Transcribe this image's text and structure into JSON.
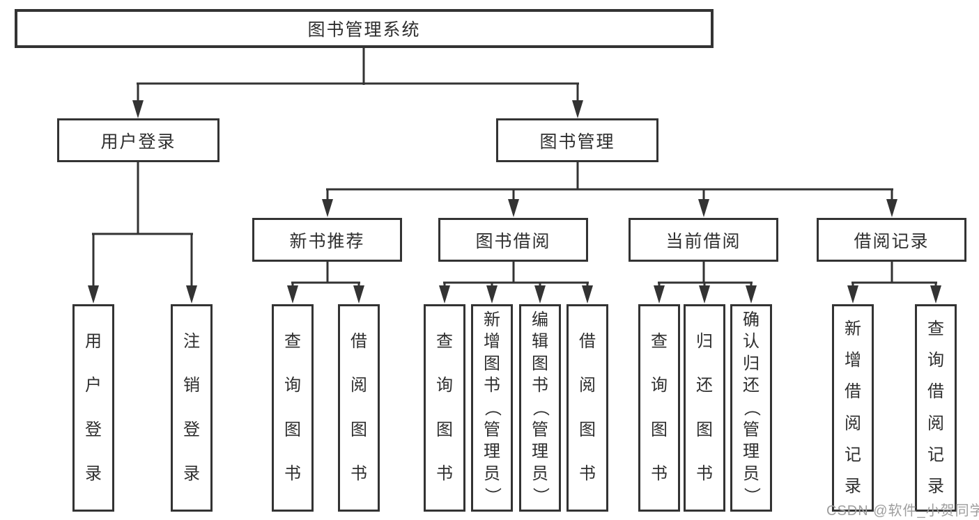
{
  "tree": {
    "label": "图书管理系统",
    "children": [
      {
        "label": "用户登录",
        "children": [
          {
            "label": "用户登录"
          },
          {
            "label": "注销登录"
          }
        ]
      },
      {
        "label": "图书管理",
        "children": [
          {
            "label": "新书推荐",
            "children": [
              {
                "label": "查询图书"
              },
              {
                "label": "借阅图书"
              }
            ]
          },
          {
            "label": "图书借阅",
            "children": [
              {
                "label": "查询图书"
              },
              {
                "label": "新增图书（管理员）"
              },
              {
                "label": "编辑图书（管理员）"
              },
              {
                "label": "借阅图书"
              }
            ]
          },
          {
            "label": "当前借阅",
            "children": [
              {
                "label": "查询图书"
              },
              {
                "label": "归还图书"
              },
              {
                "label": "确认归还（管理员）"
              }
            ]
          },
          {
            "label": "借阅记录",
            "children": [
              {
                "label": "新增借阅记录"
              },
              {
                "label": "查询借阅记录"
              }
            ]
          }
        ]
      }
    ]
  },
  "watermark": {
    "text": "CSDN @软件_小贺同学"
  },
  "colors": {
    "line": "#333333",
    "text": "#2e2e2e",
    "box_background": "#ffffff",
    "watermark": "#9e9e9e"
  }
}
